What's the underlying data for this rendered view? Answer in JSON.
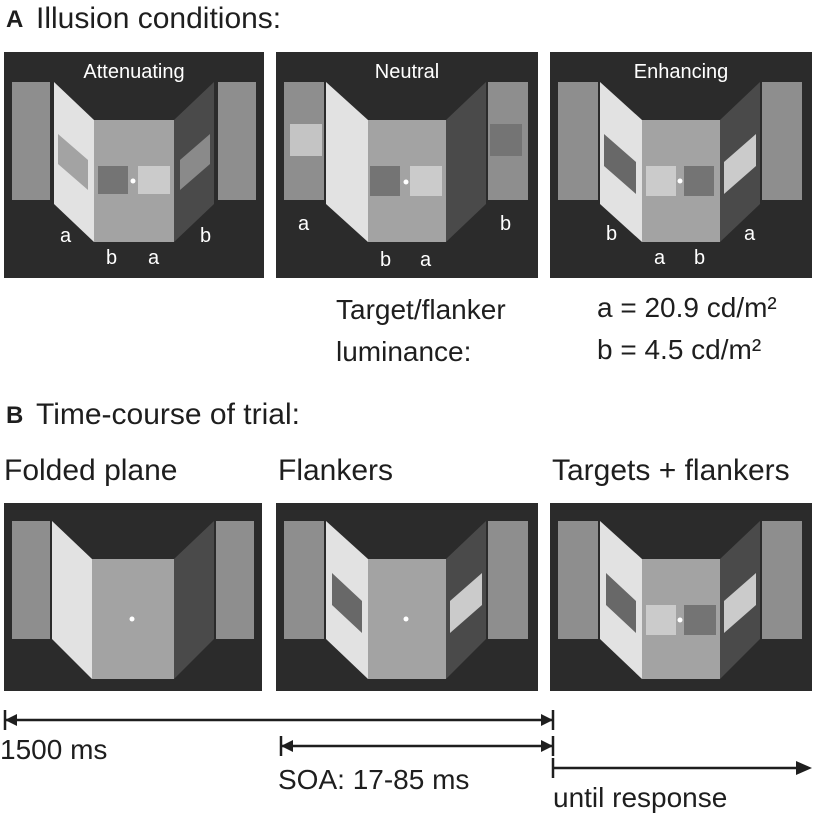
{
  "section_a": {
    "letter": "A",
    "title": "Illusion conditions:",
    "panels": [
      {
        "title": "Attenuating",
        "labels": [
          "a",
          "b",
          "b",
          "a"
        ]
      },
      {
        "title": "Neutral",
        "labels": [
          "a",
          "b",
          "b",
          "a"
        ]
      },
      {
        "title": "Enhancing",
        "labels": [
          "b",
          "a",
          "a",
          "b"
        ]
      }
    ],
    "luminance_label_line1": "Target/flanker",
    "luminance_label_line2": "luminance:",
    "value_a": "a = 20.9 cd/m²",
    "value_b": "b = 4.5 cd/m²"
  },
  "section_b": {
    "letter": "B",
    "title": "Time-course of trial:",
    "panels": [
      {
        "title": "Folded plane"
      },
      {
        "title": "Flankers"
      },
      {
        "title": "Targets + flankers"
      }
    ],
    "timeline": {
      "duration_1": "1500 ms",
      "duration_2": "SOA: 17-85 ms",
      "duration_3": "until response"
    }
  },
  "colors": {
    "background": "#2b2b2b",
    "side_panel": "#8e8e8e",
    "light_wall": "#e2e2e2",
    "dark_wall": "#4a4a4a",
    "center_plane": "#a3a3a3",
    "bright_patch": "#cbcbcb",
    "dark_patch": "#747474"
  }
}
